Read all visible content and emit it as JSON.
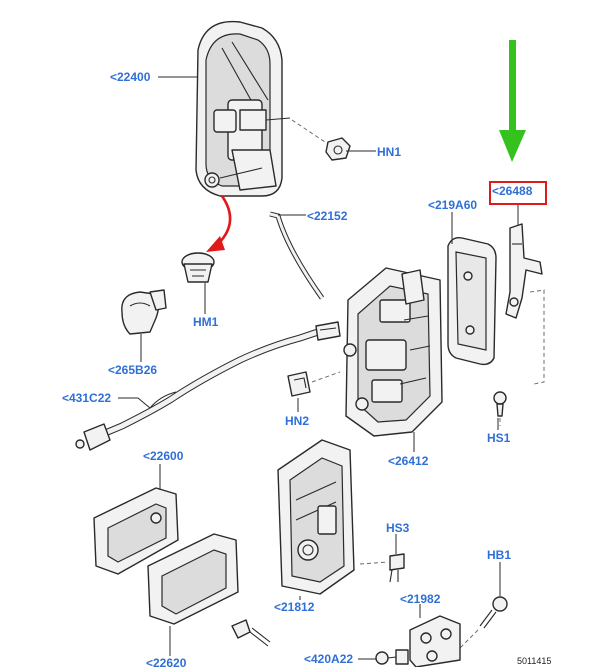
{
  "labels": {
    "p22400": "<22400",
    "hn1": "HN1",
    "p22152": "<22152",
    "hm1": "HM1",
    "p265b26": "<265B26",
    "p431c22": "<431C22",
    "hn2": "HN2",
    "p219a60": "<219A60",
    "p26488": "<26488",
    "p26412": "<26412",
    "hs1": "HS1",
    "p22600": "<22600",
    "hs3": "HS3",
    "hb1": "HB1",
    "p21812": "<21812",
    "p21982": "<21982",
    "p22620": "<22620",
    "p420a22": "<420A22"
  },
  "drawing_number": "5011415",
  "colors": {
    "label_blue": "#2f6fd6",
    "highlight_red": "#e0191b",
    "arrow_green": "#35c21f",
    "arrow_red": "#e0191b"
  },
  "highlighted_part": "<26488"
}
